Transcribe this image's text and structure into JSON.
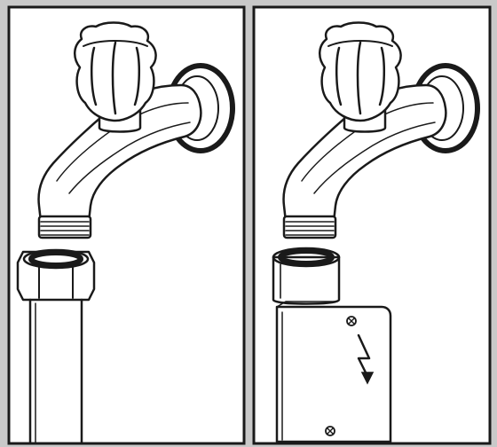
{
  "panels": [
    {
      "id": "left",
      "subject": "faucet-with-standard-hose-connector"
    },
    {
      "id": "right",
      "subject": "faucet-with-aquastop-safety-valve"
    }
  ],
  "icons": {
    "faucet": "faucet-icon",
    "handle": "faucet-handle-icon",
    "thread": "faucet-thread-icon",
    "nut": "hose-nut-icon",
    "hose": "hose-pipe-icon",
    "valve_box": "safety-valve-box-icon",
    "screw": "screw-icon",
    "lightning": "lightning-arrow-icon"
  },
  "colors": {
    "background": "#c9c9c9",
    "panel": "#ffffff",
    "ink": "#1a1a1a"
  }
}
